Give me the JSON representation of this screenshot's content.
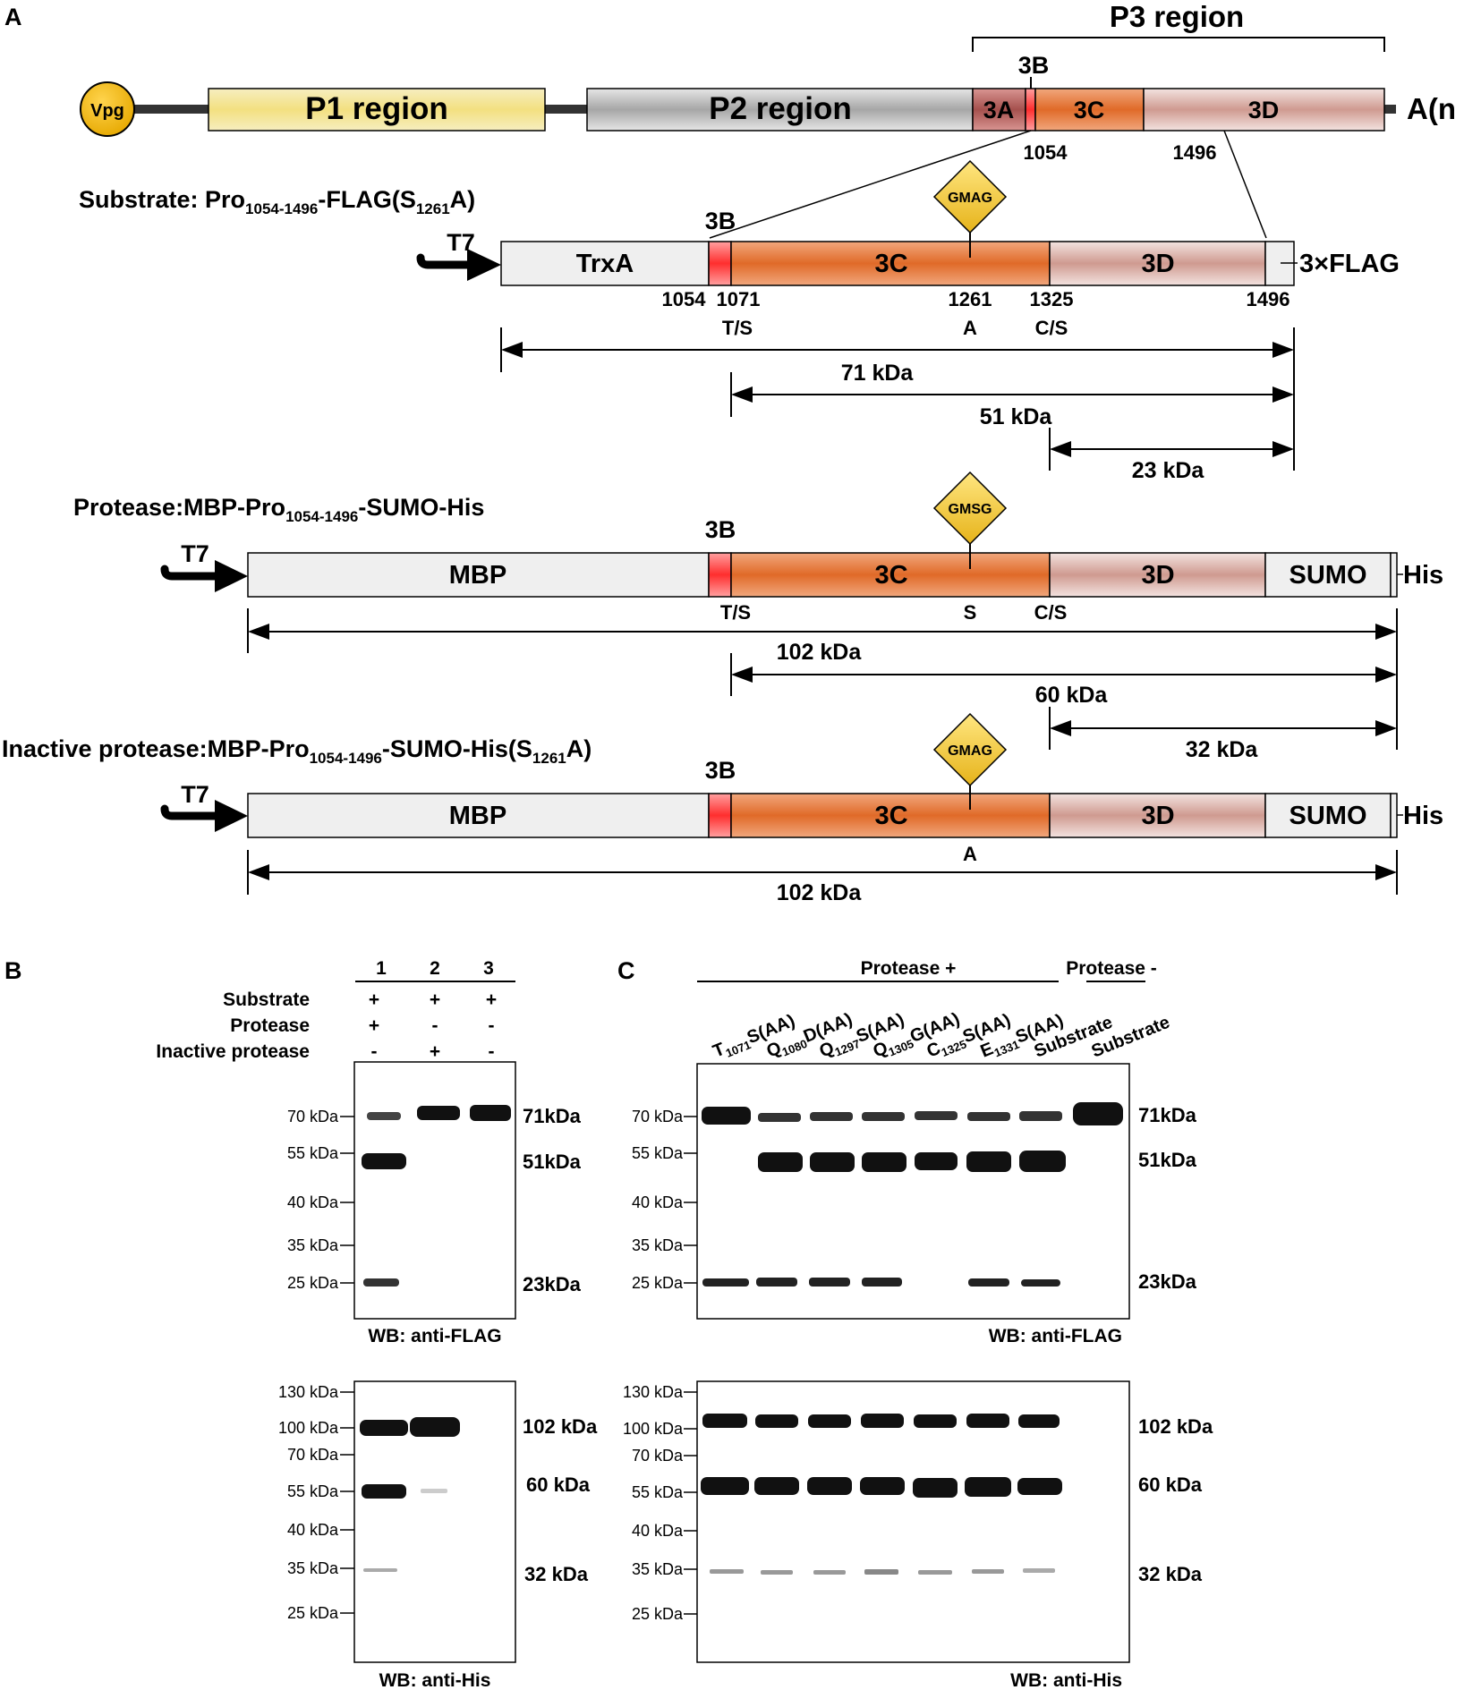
{
  "panels": {
    "a": "A",
    "b": "B",
    "c": "C"
  },
  "genome": {
    "vpg": "Vpg",
    "p1": "P1 region",
    "p2": "P2 region",
    "p3": "P3 region",
    "3a": "3A",
    "3b": "3B",
    "3c": "3C",
    "3d": "3D",
    "polya": "A(n",
    "pos_1054": "1054",
    "pos_1496": "1496"
  },
  "substrate": {
    "title_pre": "Substrate: Pro",
    "title_sub": "1054-1496",
    "title_mid": "-FLAG(S",
    "title_sub2": "1261",
    "title_post": "A)",
    "t7": "T7",
    "trxa": "TrxA",
    "b3": "3B",
    "c3": "3C",
    "d3": "3D",
    "flag": "3×FLAG",
    "motif": "GMAG",
    "pos_1054": "1054",
    "pos_1071": "1071",
    "pos_1261": "1261",
    "pos_1325": "1325",
    "pos_1496": "1496",
    "site_ts": "T/S",
    "site_a": "A",
    "site_cs": "C/S",
    "kda_71": "71 kDa",
    "kda_51": "51 kDa",
    "kda_23": "23 kDa"
  },
  "protease": {
    "title_pre": "Protease:MBP-Pro",
    "title_sub": "1054-1496",
    "title_post": "-SUMO-His",
    "t7": "T7",
    "mbp": "MBP",
    "b3": "3B",
    "c3": "3C",
    "d3": "3D",
    "sumo": "SUMO",
    "his": "His",
    "motif": "GMSG",
    "site_ts": "T/S",
    "site_s": "S",
    "site_cs": "C/S",
    "kda_102": "102 kDa",
    "kda_60": "60 kDa",
    "kda_32": "32 kDa"
  },
  "inactive": {
    "title_pre": "Inactive protease:MBP-Pro",
    "title_sub": "1054-1496",
    "title_mid": "-SUMO-His(S",
    "title_sub2": "1261",
    "title_post": "A)",
    "t7": "T7",
    "mbp": "MBP",
    "b3": "3B",
    "c3": "3C",
    "d3": "3D",
    "sumo": "SUMO",
    "his": "His",
    "motif": "GMAG",
    "site_a": "A",
    "kda_102": "102 kDa"
  },
  "panelB": {
    "lanes": [
      "1",
      "2",
      "3"
    ],
    "rows": [
      {
        "label": "Substrate",
        "vals": [
          "+",
          "+",
          "+"
        ]
      },
      {
        "label": "Protease",
        "vals": [
          "+",
          "-",
          "-"
        ]
      },
      {
        "label": "Inactive protease",
        "vals": [
          "-",
          "+",
          "-"
        ]
      }
    ],
    "flag_markers": [
      "70 kDa",
      "55 kDa",
      "40 kDa",
      "35 kDa",
      "25 kDa"
    ],
    "flag_bands": [
      "71kDa",
      "51kDa",
      "23kDa"
    ],
    "flag_caption": "WB: anti-FLAG",
    "his_markers": [
      "130 kDa",
      "100 kDa",
      "70 kDa",
      "55 kDa",
      "40 kDa",
      "35 kDa",
      "25 kDa"
    ],
    "his_bands": [
      "102 kDa",
      "60 kDa",
      "32 kDa"
    ],
    "his_caption": "WB: anti-His"
  },
  "panelC": {
    "protease_plus": "Protease +",
    "protease_minus": "Protease -",
    "lanes": [
      {
        "pre": "T",
        "sub": "1071",
        "post": "S(AA)"
      },
      {
        "pre": "Q",
        "sub": "1080",
        "post": "D(AA)"
      },
      {
        "pre": "Q",
        "sub": "1297",
        "post": "S(AA)"
      },
      {
        "pre": "Q",
        "sub": "1305",
        "post": "G(AA)"
      },
      {
        "pre": "C",
        "sub": "1325",
        "post": "S(AA)"
      },
      {
        "pre": "E",
        "sub": "1331",
        "post": "S(AA)"
      },
      {
        "pre": "Substrate",
        "sub": "",
        "post": ""
      },
      {
        "pre": "Substrate",
        "sub": "",
        "post": ""
      }
    ],
    "flag_markers": [
      "70 kDa",
      "55 kDa",
      "40 kDa",
      "35 kDa",
      "25 kDa"
    ],
    "flag_bands": [
      "71kDa",
      "51kDa",
      "23kDa"
    ],
    "flag_caption": "WB: anti-FLAG",
    "his_markers": [
      "130 kDa",
      "100 kDa",
      "70 kDa",
      "55 kDa",
      "40 kDa",
      "35 kDa",
      "25 kDa"
    ],
    "his_bands": [
      "102 kDa",
      "60 kDa",
      "32 kDa"
    ],
    "his_caption": "WB: anti-His"
  }
}
